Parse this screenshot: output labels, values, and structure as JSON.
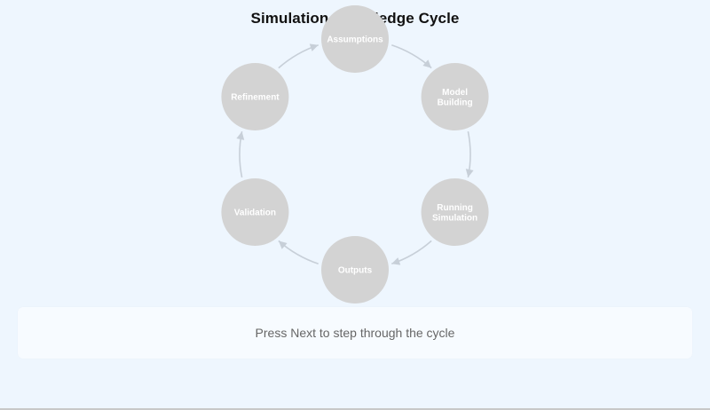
{
  "diagram": {
    "title": "Simulation Knowledge Cycle",
    "nodes": [
      {
        "id": "assumptions",
        "lines": [
          "Assumptions"
        ]
      },
      {
        "id": "model-building",
        "lines": [
          "Model",
          "Building"
        ]
      },
      {
        "id": "running-simulation",
        "lines": [
          "Running",
          "Simulation"
        ]
      },
      {
        "id": "outputs",
        "lines": [
          "Outputs"
        ]
      },
      {
        "id": "validation",
        "lines": [
          "Validation"
        ]
      },
      {
        "id": "refinement",
        "lines": [
          "Refinement"
        ]
      }
    ],
    "colors": {
      "background": "#eef6fe",
      "node_fill": "#d3d3d3",
      "node_text": "#ffffff",
      "connector": "#c7cfd8"
    }
  },
  "status": {
    "message": "Press Next to step through the cycle"
  }
}
